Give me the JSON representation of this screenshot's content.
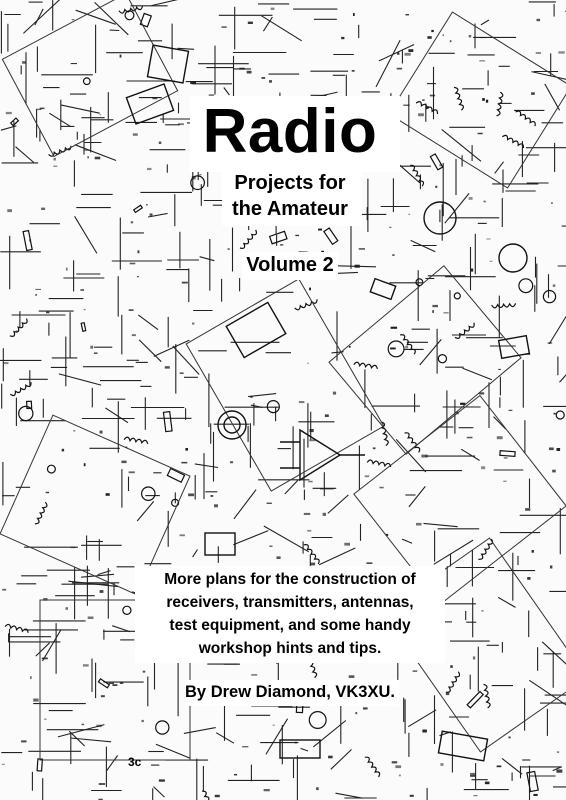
{
  "cover": {
    "title": "Radio",
    "subtitle_line1": "Projects for",
    "subtitle_line2": "the Amateur",
    "volume": "Volume 2",
    "blurb": [
      "More plans for the construction of",
      "receivers, transmitters, antennas,",
      "test equipment, and some handy",
      "workshop hints and tips."
    ],
    "author": "By Drew Diamond, VK3XU.",
    "corner_mark": "3c"
  },
  "colors": {
    "ink": "#000000",
    "paper": "#ffffff"
  }
}
